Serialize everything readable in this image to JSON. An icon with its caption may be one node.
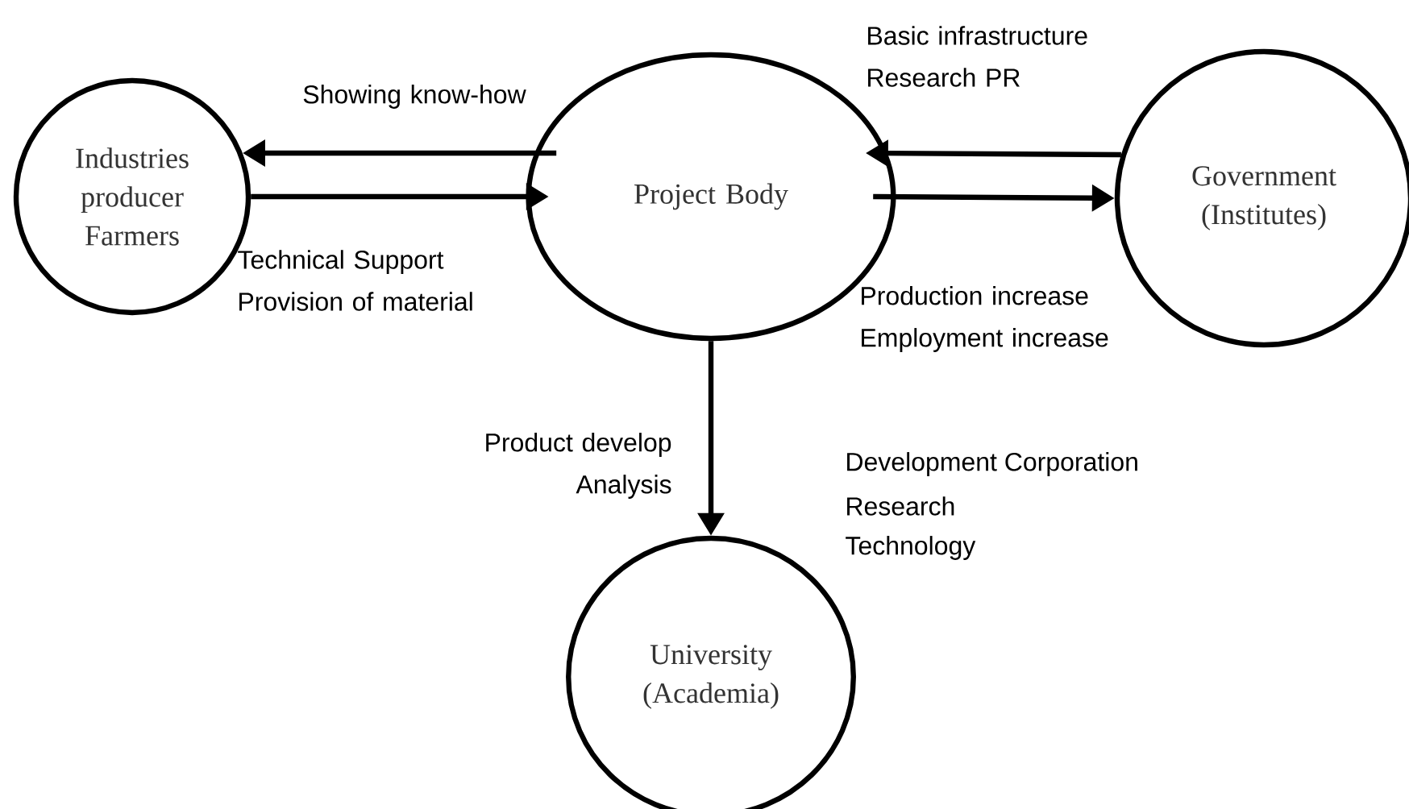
{
  "diagram": {
    "nodes": [
      {
        "text": [
          "Industries producer Farmers"
        ]
      },
      {
        "text": [
          "Project Body"
        ]
      },
      {
        "text": [
          "Government (Institutes)"
        ]
      },
      {
        "text": [
          "University (Academia)"
        ]
      }
    ],
    "edges": [
      {
        "from": 1,
        "to": 0,
        "arrow": "to",
        "label": "Showing know-how"
      },
      {
        "from": 0,
        "to": 1,
        "arrow": "to",
        "label": "Technical Support Provision of material"
      },
      {
        "from": 2,
        "to": 1,
        "arrow": "to",
        "label": "Basic infrastructure Research PR"
      },
      {
        "from": 1,
        "to": 2,
        "arrow": "to",
        "label": "Production increase Employment increase"
      },
      {
        "from": 1,
        "to": 3,
        "arrow": "to",
        "label": "Product develop Analysis"
      }
    ],
    "labels": [
      "Development Corporation",
      "Research",
      "Technology"
    ]
  }
}
